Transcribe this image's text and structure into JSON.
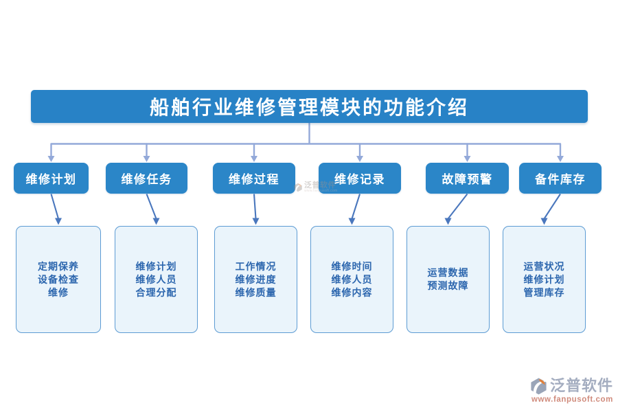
{
  "diagram": {
    "title": "船舶行业维修管理模块的功能介绍",
    "columns": [
      {
        "header": "维修计划",
        "details": [
          "定期保养",
          "设备检查",
          "维修"
        ]
      },
      {
        "header": "维修任务",
        "details": [
          "维修计划",
          "维修人员",
          "合理分配"
        ]
      },
      {
        "header": "维修过程",
        "details": [
          "工作情况",
          "维修进度",
          "维修质量"
        ]
      },
      {
        "header": "维修记录",
        "details": [
          "维修时间",
          "维修人员",
          "维修内容"
        ]
      },
      {
        "header": "故障预警",
        "details": [
          "运营数据",
          "预测故障"
        ]
      },
      {
        "header": "备件库存",
        "details": [
          "运营状况",
          "维修计划",
          "管理库存"
        ]
      }
    ]
  },
  "watermark": {
    "brand": "泛普软件",
    "url": "www.fanpusoft.com"
  },
  "colors": {
    "header_blue": "#2B86C8",
    "title_blue": "#2882C6",
    "connector_light": "#93A9D9",
    "connector_dark": "#4A77BD",
    "detail_bg": "#EAF4FB",
    "detail_border": "#5C9BD3",
    "detail_text": "#2C66AE",
    "brand_gray": "#A4ADC0",
    "logo_gray": "#9AA5B8",
    "logo_orange": "#E0813C",
    "brand_url": "#D08B7C"
  }
}
